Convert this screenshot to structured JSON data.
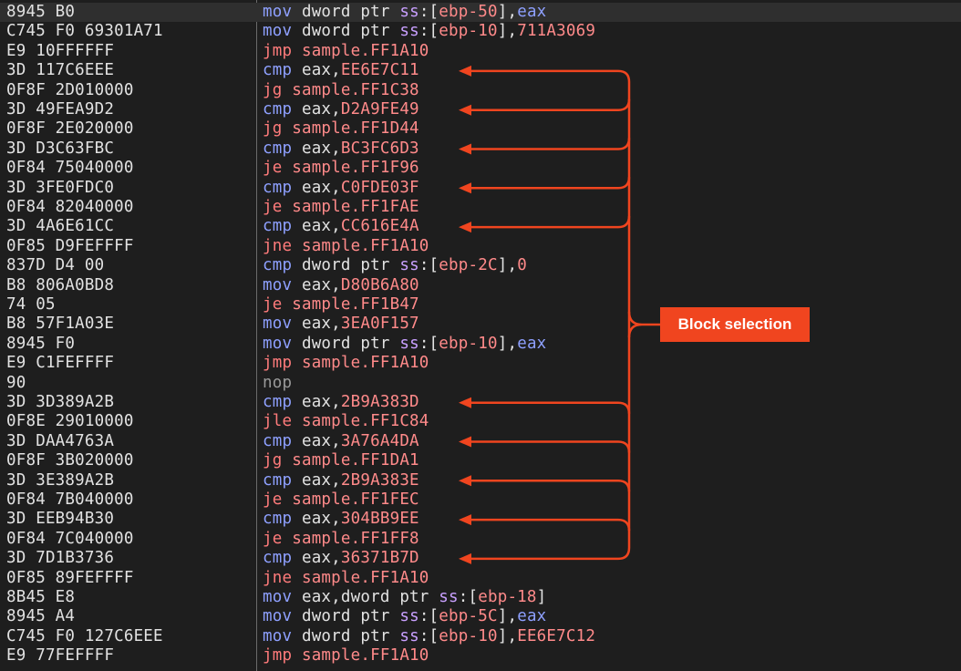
{
  "disassembly": {
    "rows": [
      {
        "bytes": "8945 B0",
        "kind": "mov",
        "mnem": "mov",
        "ops": [
          [
            "text",
            " dword ptr "
          ],
          [
            "seg",
            "ss"
          ],
          [
            "punct",
            ":["
          ],
          [
            "num",
            "ebp-50"
          ],
          [
            "punct",
            "],"
          ],
          [
            "mnem",
            "eax"
          ]
        ]
      },
      {
        "bytes": "C745 F0 69301A71",
        "kind": "mov",
        "mnem": "mov",
        "ops": [
          [
            "text",
            " dword ptr "
          ],
          [
            "seg",
            "ss"
          ],
          [
            "punct",
            ":["
          ],
          [
            "num",
            "ebp-10"
          ],
          [
            "punct",
            "],"
          ],
          [
            "num",
            "711A3069"
          ]
        ]
      },
      {
        "bytes": "E9 10FFFFFF",
        "kind": "jmp",
        "mnem": "jmp",
        "ops": [
          [
            "num",
            " sample.FF1A10"
          ]
        ]
      },
      {
        "bytes": "3D 117C6EEE",
        "kind": "cmp",
        "mnem": "cmp",
        "ops": [
          [
            "text",
            " eax,"
          ],
          [
            "num",
            "EE6E7C11"
          ]
        ]
      },
      {
        "bytes": "0F8F 2D010000",
        "kind": "jmp",
        "mnem": "jg",
        "ops": [
          [
            "num",
            " sample.FF1C38"
          ]
        ]
      },
      {
        "bytes": "3D 49FEA9D2",
        "kind": "cmp",
        "mnem": "cmp",
        "ops": [
          [
            "text",
            " eax,"
          ],
          [
            "num",
            "D2A9FE49"
          ]
        ]
      },
      {
        "bytes": "0F8F 2E020000",
        "kind": "jmp",
        "mnem": "jg",
        "ops": [
          [
            "num",
            " sample.FF1D44"
          ]
        ]
      },
      {
        "bytes": "3D D3C63FBC",
        "kind": "cmp",
        "mnem": "cmp",
        "ops": [
          [
            "text",
            " eax,"
          ],
          [
            "num",
            "BC3FC6D3"
          ]
        ]
      },
      {
        "bytes": "0F84 75040000",
        "kind": "jmp",
        "mnem": "je",
        "ops": [
          [
            "num",
            " sample.FF1F96"
          ]
        ]
      },
      {
        "bytes": "3D 3FE0FDC0",
        "kind": "cmp",
        "mnem": "cmp",
        "ops": [
          [
            "text",
            " eax,"
          ],
          [
            "num",
            "C0FDE03F"
          ]
        ]
      },
      {
        "bytes": "0F84 82040000",
        "kind": "jmp",
        "mnem": "je",
        "ops": [
          [
            "num",
            " sample.FF1FAE"
          ]
        ]
      },
      {
        "bytes": "3D 4A6E61CC",
        "kind": "cmp",
        "mnem": "cmp",
        "ops": [
          [
            "text",
            " eax,"
          ],
          [
            "num",
            "CC616E4A"
          ]
        ]
      },
      {
        "bytes": "0F85 D9FEFFFF",
        "kind": "jmp",
        "mnem": "jne",
        "ops": [
          [
            "num",
            " sample.FF1A10"
          ]
        ]
      },
      {
        "bytes": "837D D4 00",
        "kind": "cmp",
        "mnem": "cmp",
        "ops": [
          [
            "text",
            " dword ptr "
          ],
          [
            "seg",
            "ss"
          ],
          [
            "punct",
            ":["
          ],
          [
            "num",
            "ebp-2C"
          ],
          [
            "punct",
            "],"
          ],
          [
            "num",
            "0"
          ]
        ]
      },
      {
        "bytes": "B8 806A0BD8",
        "kind": "mov",
        "mnem": "mov",
        "ops": [
          [
            "text",
            " eax,"
          ],
          [
            "num",
            "D80B6A80"
          ]
        ]
      },
      {
        "bytes": "74 05",
        "kind": "jmp",
        "mnem": "je",
        "ops": [
          [
            "num",
            " sample.FF1B47"
          ]
        ]
      },
      {
        "bytes": "B8 57F1A03E",
        "kind": "mov",
        "mnem": "mov",
        "ops": [
          [
            "text",
            " eax,"
          ],
          [
            "num",
            "3EA0F157"
          ]
        ]
      },
      {
        "bytes": "8945 F0",
        "kind": "mov",
        "mnem": "mov",
        "ops": [
          [
            "text",
            " dword ptr "
          ],
          [
            "seg",
            "ss"
          ],
          [
            "punct",
            ":["
          ],
          [
            "num",
            "ebp-10"
          ],
          [
            "punct",
            "],"
          ],
          [
            "mnem",
            "eax"
          ]
        ]
      },
      {
        "bytes": "E9 C1FEFFFF",
        "kind": "jmp",
        "mnem": "jmp",
        "ops": [
          [
            "num",
            " sample.FF1A10"
          ]
        ]
      },
      {
        "bytes": "90",
        "kind": "nop",
        "mnem": "nop",
        "ops": []
      },
      {
        "bytes": "3D 3D389A2B",
        "kind": "cmp",
        "mnem": "cmp",
        "ops": [
          [
            "text",
            " eax,"
          ],
          [
            "num",
            "2B9A383D"
          ]
        ]
      },
      {
        "bytes": "0F8E 29010000",
        "kind": "jmp",
        "mnem": "jle",
        "ops": [
          [
            "num",
            " sample.FF1C84"
          ]
        ]
      },
      {
        "bytes": "3D DAA4763A",
        "kind": "cmp",
        "mnem": "cmp",
        "ops": [
          [
            "text",
            " eax,"
          ],
          [
            "num",
            "3A76A4DA"
          ]
        ]
      },
      {
        "bytes": "0F8F 3B020000",
        "kind": "jmp",
        "mnem": "jg",
        "ops": [
          [
            "num",
            " sample.FF1DA1"
          ]
        ]
      },
      {
        "bytes": "3D 3E389A2B",
        "kind": "cmp",
        "mnem": "cmp",
        "ops": [
          [
            "text",
            " eax,"
          ],
          [
            "num",
            "2B9A383E"
          ]
        ]
      },
      {
        "bytes": "0F84 7B040000",
        "kind": "jmp",
        "mnem": "je",
        "ops": [
          [
            "num",
            " sample.FF1FEC"
          ]
        ]
      },
      {
        "bytes": "3D EEB94B30",
        "kind": "cmp",
        "mnem": "cmp",
        "ops": [
          [
            "text",
            " eax,"
          ],
          [
            "num",
            "304BB9EE"
          ]
        ]
      },
      {
        "bytes": "0F84 7C040000",
        "kind": "jmp",
        "mnem": "je",
        "ops": [
          [
            "num",
            " sample.FF1FF8"
          ]
        ]
      },
      {
        "bytes": "3D 7D1B3736",
        "kind": "cmp",
        "mnem": "cmp",
        "ops": [
          [
            "text",
            " eax,"
          ],
          [
            "num",
            "36371B7D"
          ]
        ]
      },
      {
        "bytes": "0F85 89FEFFFF",
        "kind": "jmp",
        "mnem": "jne",
        "ops": [
          [
            "num",
            " sample.FF1A10"
          ]
        ]
      },
      {
        "bytes": "8B45 E8",
        "kind": "mov",
        "mnem": "mov",
        "ops": [
          [
            "text",
            " eax,dword ptr "
          ],
          [
            "seg",
            "ss"
          ],
          [
            "punct",
            ":["
          ],
          [
            "num",
            "ebp-18"
          ],
          [
            "punct",
            "]"
          ]
        ]
      },
      {
        "bytes": "8945 A4",
        "kind": "mov",
        "mnem": "mov",
        "ops": [
          [
            "text",
            " dword ptr "
          ],
          [
            "seg",
            "ss"
          ],
          [
            "punct",
            ":["
          ],
          [
            "num",
            "ebp-5C"
          ],
          [
            "punct",
            "],"
          ],
          [
            "mnem",
            "eax"
          ]
        ]
      },
      {
        "bytes": "C745 F0 127C6EEE",
        "kind": "mov",
        "mnem": "mov",
        "ops": [
          [
            "text",
            " dword ptr "
          ],
          [
            "seg",
            "ss"
          ],
          [
            "punct",
            ":["
          ],
          [
            "num",
            "ebp-10"
          ],
          [
            "punct",
            "],"
          ],
          [
            "num",
            "EE6E7C12"
          ]
        ]
      },
      {
        "bytes": "E9 77FEFFFF",
        "kind": "jmp",
        "mnem": "jmp",
        "ops": [
          [
            "num",
            " sample.FF1A10"
          ]
        ]
      }
    ]
  },
  "annotation": {
    "label": "Block selection",
    "color": "#f0451f",
    "target_rows": [
      3,
      5,
      7,
      9,
      11,
      20,
      22,
      24,
      26,
      28
    ]
  },
  "colors": {
    "background": "#1e1e1e",
    "bytes_text": "#e2e2e2",
    "mnemonic": "#8ea0ff",
    "jump_mnemonic": "#ff7b7b",
    "immediate": "#ff8a8a",
    "segment": "#c9a0ff"
  }
}
